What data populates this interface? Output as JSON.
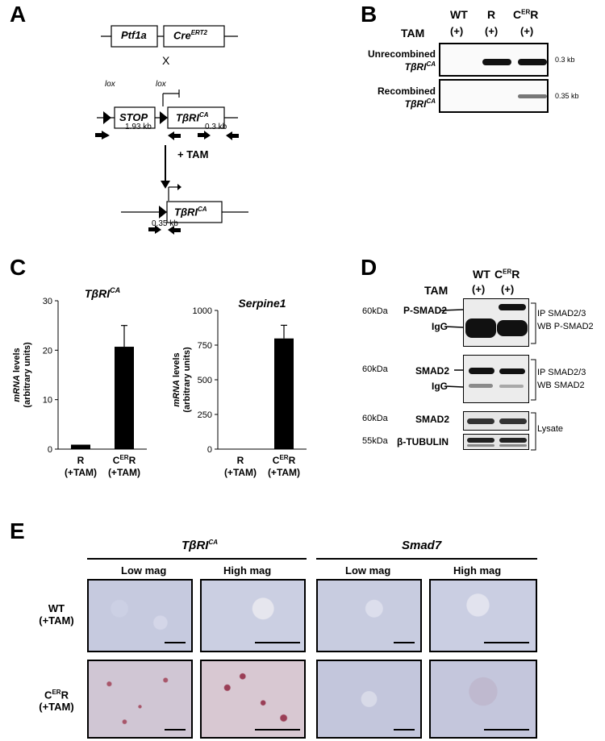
{
  "panels": {
    "A": "A",
    "B": "B",
    "C": "C",
    "D": "D",
    "E": "E"
  },
  "panelA": {
    "ptf1a": "Ptf1a",
    "cre": "Cre",
    "cre_sup": "ERT2",
    "cross": "X",
    "lox1": "lox",
    "lox2": "lox",
    "stop": "STOP",
    "tbri": "TβRI",
    "tbri_sup": "CA",
    "size1": "1.93 kb",
    "size2": "0.3 kb",
    "tam": "+ TAM",
    "size3": "0.35 kb"
  },
  "panelB": {
    "tam": "TAM",
    "lanes": [
      {
        "name": "WT",
        "sup": "",
        "tam": "(+)"
      },
      {
        "name": "R",
        "sup": "",
        "tam": "(+)"
      },
      {
        "name": "C",
        "sup": "ER",
        "name2": "R",
        "tam": "(+)"
      }
    ],
    "row1_title": "Unrecombined",
    "row2_title": "Recombined",
    "gene": "TβRI",
    "gene_sup": "CA",
    "row1_size": "0.3 kb",
    "row2_size": "0.35 kb"
  },
  "panelC": {
    "chart_data": [
      {
        "type": "bar",
        "title": "TβRI",
        "title_sup": "CA",
        "ylabel_line1": "mRNA levels",
        "ylabel_line2": "(arbitrary units)",
        "categories": [
          "R (+TAM)",
          "CERR (+TAM)"
        ],
        "cat_line1": [
          "R",
          "C"
        ],
        "cat_sup": [
          "",
          "ER"
        ],
        "cat_line1b": [
          "",
          "R"
        ],
        "cat_line2": [
          "(+TAM)",
          "(+TAM)"
        ],
        "values": [
          0.9,
          20.7
        ],
        "errors": [
          0,
          4.3
        ],
        "ylim": [
          0,
          30
        ],
        "yticks": [
          0,
          10,
          20,
          30
        ]
      },
      {
        "type": "bar",
        "title": "Serpine1",
        "ylabel_line1": "mRNA levels",
        "ylabel_line2": "(arbitrary units)",
        "categories": [
          "R (+TAM)",
          "CERR (+TAM)"
        ],
        "cat_line1": [
          "R",
          "C"
        ],
        "cat_sup": [
          "",
          "ER"
        ],
        "cat_line1b": [
          "",
          "R"
        ],
        "cat_line2": [
          "(+TAM)",
          "(+TAM)"
        ],
        "values": [
          0,
          798
        ],
        "errors": [
          0,
          95
        ],
        "ylim": [
          0,
          1000
        ],
        "yticks": [
          0,
          250,
          500,
          750,
          1000
        ]
      }
    ]
  },
  "panelD": {
    "tam": "TAM",
    "lane1": "WT",
    "lane2_c": "C",
    "lane2_sup": "ER",
    "lane2_r": "R",
    "tam1": "(+)",
    "tam2": "(+)",
    "mw1": "60kDa",
    "mw2": "60kDa",
    "mw3": "60kDa",
    "mw4": "55kDa",
    "psmad2": "P-SMAD2",
    "igg1": "IgG",
    "smad2a": "SMAD2",
    "igg2": "IgG",
    "smad2b": "SMAD2",
    "tubulin": "β-TUBULIN",
    "ann1_l1": "IP SMAD2/3",
    "ann1_l2": "WB P-SMAD2",
    "ann2_l1": "IP SMAD2/3",
    "ann2_l2": "WB SMAD2",
    "ann3": "Lysate"
  },
  "panelE": {
    "group1": "TβRI",
    "group1_sup": "CA",
    "group2": "Smad7",
    "cols": [
      "Low mag",
      "High mag",
      "Low mag",
      "High mag"
    ],
    "row1_l1": "WT",
    "row1_l2": "(+TAM)",
    "row2_c": "C",
    "row2_sup": "ER",
    "row2_r": "R",
    "row2_l2": "(+TAM)"
  }
}
